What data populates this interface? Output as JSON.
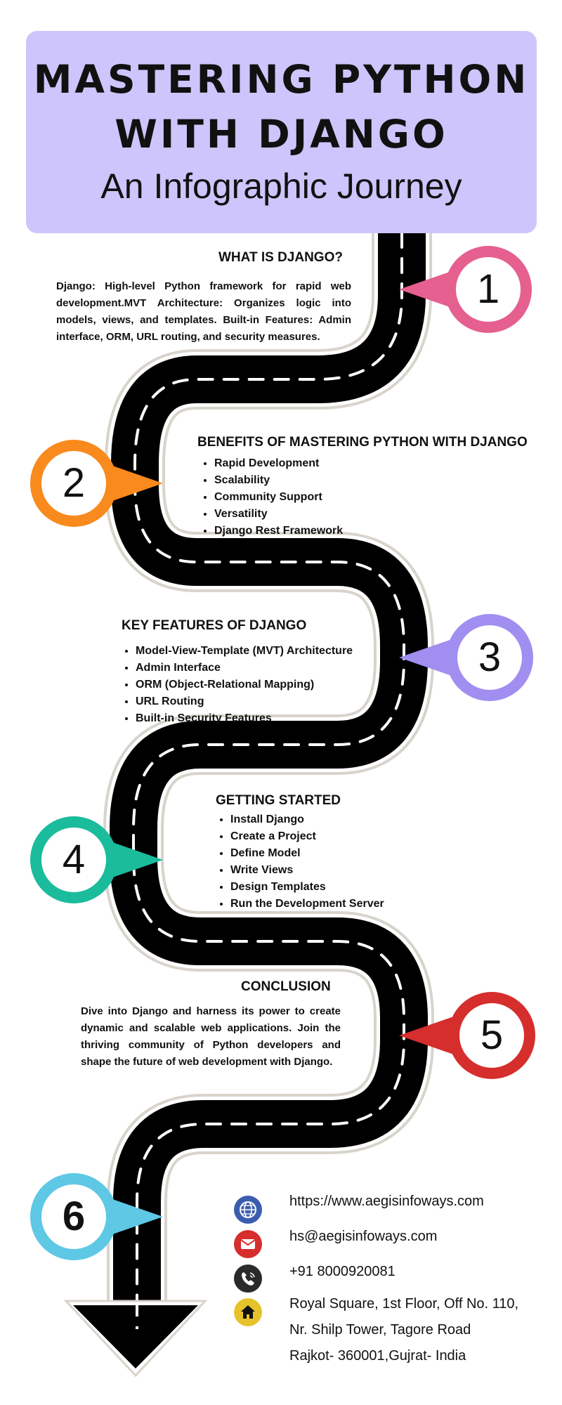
{
  "header": {
    "title_line1": "MASTERING PYTHON",
    "title_line2": "WITH DJANGO",
    "subtitle": "An Infographic Journey"
  },
  "colors": {
    "header_bg": "#cdc5fb",
    "pin1": "#e5608f",
    "pin2": "#f98a1d",
    "pin3": "#a08ef0",
    "pin4": "#1abc9c",
    "pin5": "#d62d2d",
    "pin6": "#5ec8e5",
    "road": "#000000"
  },
  "sections": [
    {
      "number": "1",
      "heading": "WHAT IS DJANGO?",
      "text": "Django: High-level Python framework for rapid web development.MVT Architecture: Organizes logic into models, views, and templates. Built-in Features: Admin interface, ORM, URL routing, and security measures."
    },
    {
      "number": "2",
      "heading": "BENEFITS OF MASTERING PYTHON WITH DJANGO",
      "items": [
        "Rapid Development",
        "Scalability",
        "Community Support",
        "Versatility",
        "Django Rest Framework"
      ]
    },
    {
      "number": "3",
      "heading": "KEY FEATURES OF DJANGO",
      "items": [
        "Model-View-Template (MVT) Architecture",
        "Admin Interface",
        "ORM (Object-Relational Mapping)",
        "URL Routing",
        "Built-in Security Features"
      ]
    },
    {
      "number": "4",
      "heading": "GETTING STARTED",
      "items": [
        "Install Django",
        "Create a Project",
        "Define Model",
        "Write Views",
        "Design Templates",
        "Run the Development Server"
      ]
    },
    {
      "number": "5",
      "heading": "CONCLUSION",
      "text": "Dive into Django and harness its power to create dynamic and scalable web applications. Join the thriving community of Python developers and shape the future of web development with Django."
    },
    {
      "number": "6"
    }
  ],
  "contact": {
    "website": "https://www.aegisinfoways.com",
    "email": "hs@aegisinfoways.com",
    "phone": "+91 8000920081",
    "address_lines": [
      "Royal Square, 1st Floor, Off No. 110,",
      "Nr. Shilp Tower, Tagore Road",
      "Rajkot- 360001,Gujrat- India"
    ],
    "icons": [
      "globe-icon",
      "mail-icon",
      "phone-icon",
      "home-icon"
    ]
  }
}
